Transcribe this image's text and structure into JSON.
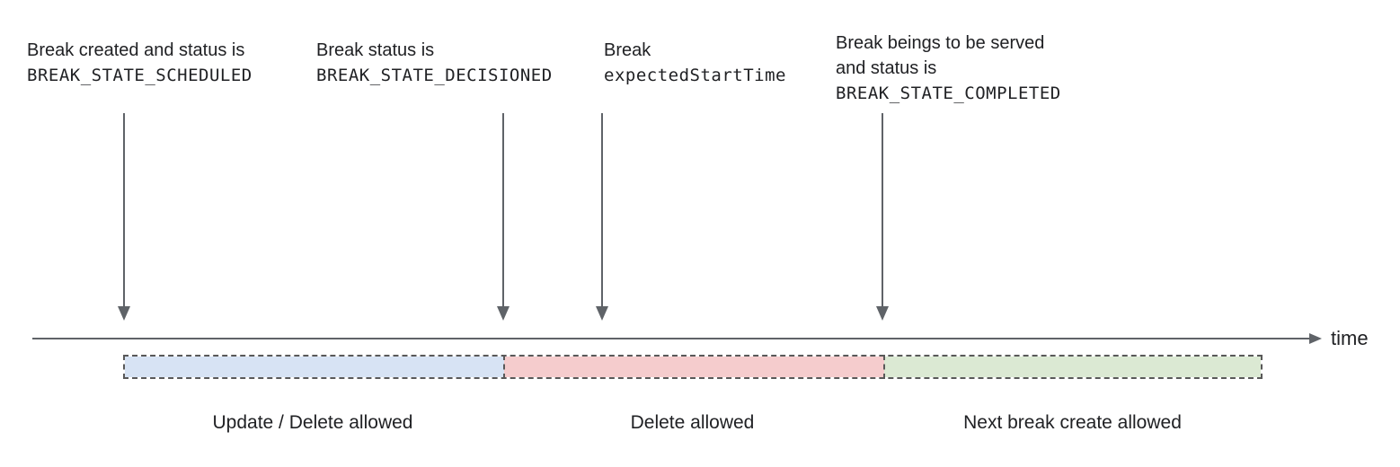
{
  "annotations": [
    {
      "id": "scheduled",
      "lines": [
        {
          "text": "Break created and status is",
          "mono": false
        },
        {
          "text": "BREAK_STATE_SCHEDULED",
          "mono": true
        }
      ]
    },
    {
      "id": "decisioned",
      "lines": [
        {
          "text": "Break status is",
          "mono": false
        },
        {
          "text": "BREAK_STATE_DECISIONED",
          "mono": true
        }
      ]
    },
    {
      "id": "expected-start-time",
      "lines": [
        {
          "text": "Break",
          "mono": false
        },
        {
          "text": "expectedStartTime",
          "mono": true
        }
      ]
    },
    {
      "id": "completed",
      "lines": [
        {
          "text": "Break beings to be served",
          "mono": false
        },
        {
          "text": "and status is",
          "mono": false
        },
        {
          "text": "BREAK_STATE_COMPLETED",
          "mono": true
        }
      ]
    }
  ],
  "timeline": {
    "axis_label": "time"
  },
  "segments": [
    {
      "label": "Update / Delete allowed",
      "color": "#d7e3f4"
    },
    {
      "label": "Delete allowed",
      "color": "#f5cccd"
    },
    {
      "label": "Next break create allowed",
      "color": "#dbe9d3"
    }
  ],
  "colors": {
    "arrow_line": "#5f6368",
    "dashed_border": "#595959",
    "text": "#202124"
  }
}
